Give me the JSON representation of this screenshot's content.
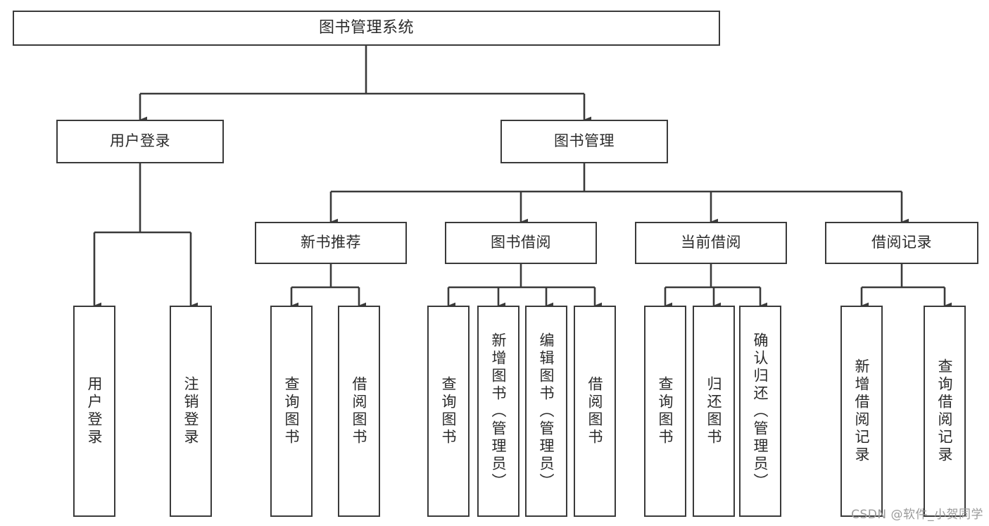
{
  "diagram": {
    "type": "tree-hierarchy",
    "title": "图书管理系统",
    "watermark": "CSDN @软件_小贺同学",
    "colors": {
      "stroke": "#3a3a3a",
      "fill": "#ffffff",
      "text": "#2b2b2b",
      "watermark": "#9a9a9a"
    },
    "root": {
      "label": "图书管理系统"
    },
    "level2": [
      {
        "label": "用户登录"
      },
      {
        "label": "图书管理"
      }
    ],
    "level3": [
      {
        "label": "新书推荐"
      },
      {
        "label": "图书借阅"
      },
      {
        "label": "当前借阅"
      },
      {
        "label": "借阅记录"
      }
    ],
    "leaves": {
      "user_login": [
        {
          "label": "用户登录"
        },
        {
          "label": "注销登录"
        }
      ],
      "new_book": [
        {
          "label": "查询图书"
        },
        {
          "label": "借阅图书"
        }
      ],
      "book_borrow": [
        {
          "label": "查询图书"
        },
        {
          "label": "新增图书（管理员）"
        },
        {
          "label": "编辑图书（管理员）"
        },
        {
          "label": "借阅图书"
        }
      ],
      "current_borrow": [
        {
          "label": "查询图书"
        },
        {
          "label": "归还图书"
        },
        {
          "label": "确认归还（管理员）"
        }
      ],
      "borrow_record": [
        {
          "label": "新增借阅记录"
        },
        {
          "label": "查询借阅记录"
        }
      ]
    }
  }
}
